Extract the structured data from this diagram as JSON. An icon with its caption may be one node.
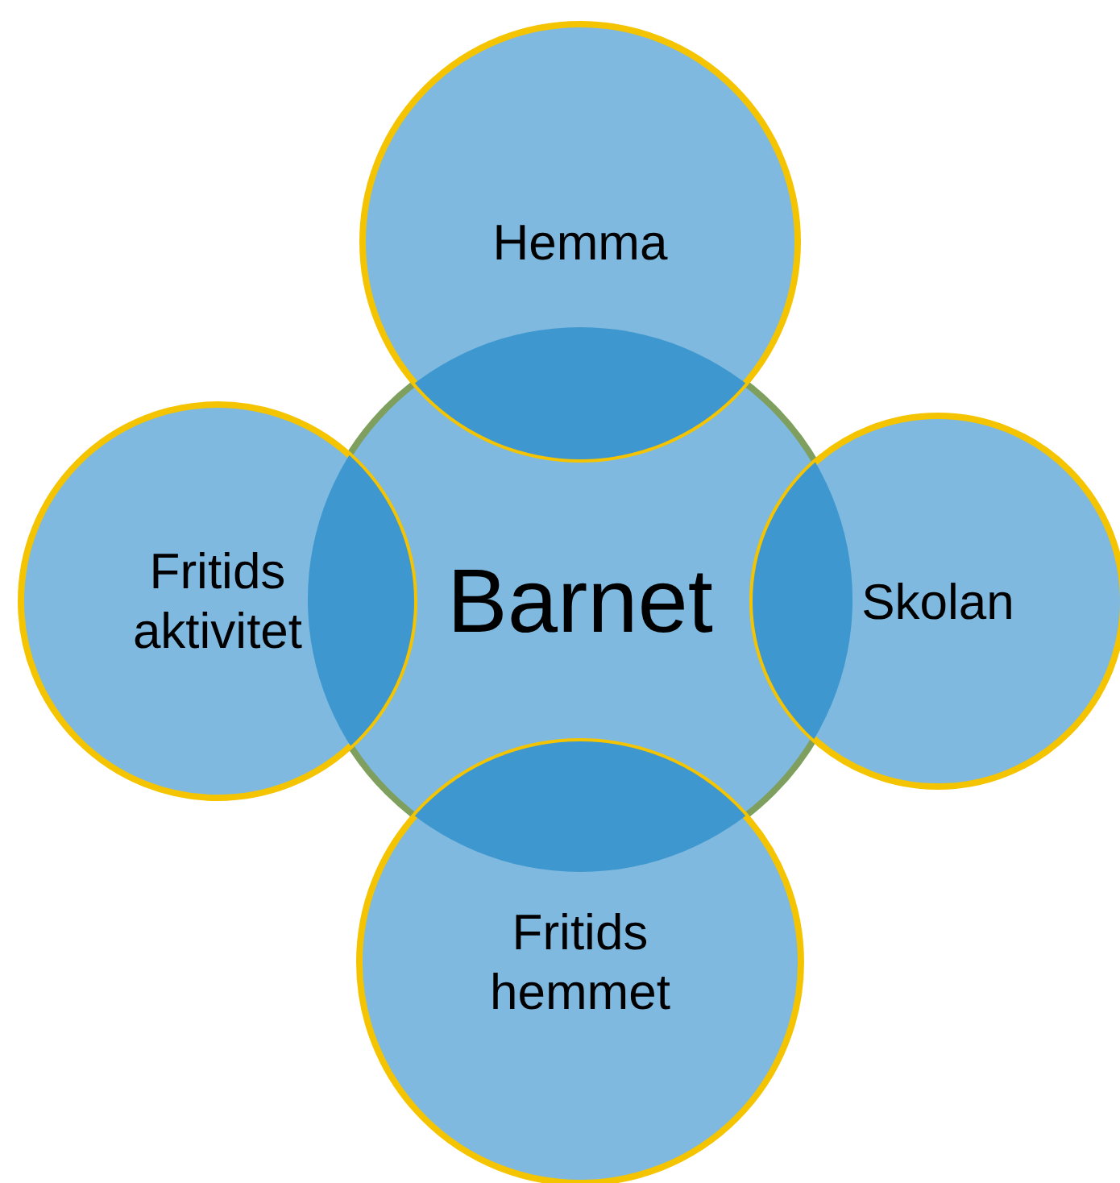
{
  "diagram": {
    "nodes": [
      {
        "text": [
          "Hemma"
        ]
      },
      {
        "text": [
          "Fritids aktivitet"
        ]
      },
      {
        "text": [
          "Barnet"
        ]
      },
      {
        "text": [
          "Skolan"
        ]
      },
      {
        "text": [
          "Fritids hemmet"
        ]
      }
    ]
  }
}
